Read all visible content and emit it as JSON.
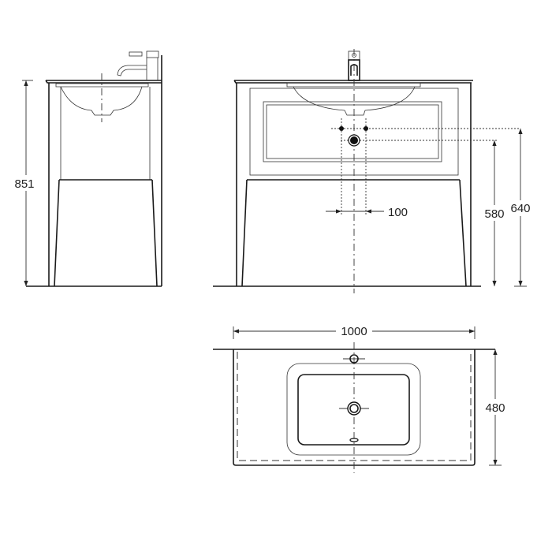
{
  "dimensions": {
    "height_total": "851",
    "tap_spacing": "100",
    "waste_height": "580",
    "supply_height": "640",
    "width": "1000",
    "depth": "480"
  },
  "colors": {
    "line": "#1a1a1a",
    "background": "#ffffff"
  }
}
